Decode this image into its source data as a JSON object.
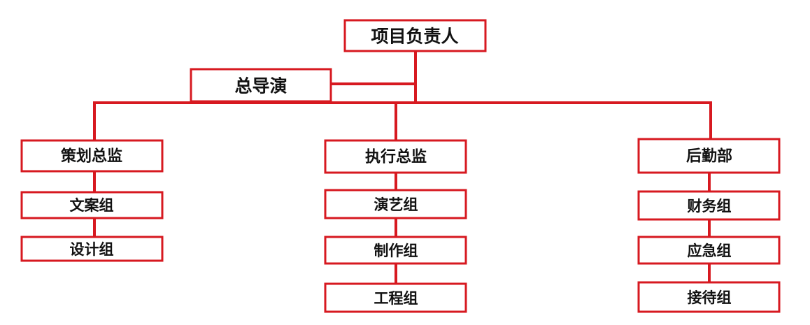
{
  "colors": {
    "line": "#d71920",
    "box_border": "#d71920",
    "text": "#111111",
    "background": "#ffffff"
  },
  "root": "项目负责人",
  "director": "总导演",
  "departments": [
    {
      "title": "策划总监",
      "groups": [
        "文案组",
        "设计组"
      ]
    },
    {
      "title": "执行总监",
      "groups": [
        "演艺组",
        "制作组",
        "工程组"
      ]
    },
    {
      "title": "后勤部",
      "groups": [
        "财务组",
        "应急组",
        "接待组"
      ]
    }
  ]
}
